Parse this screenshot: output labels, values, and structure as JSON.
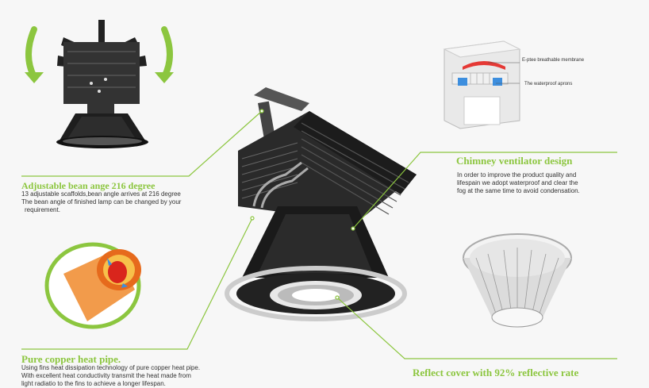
{
  "sections": {
    "beam": {
      "title": "Adjustable bean ange 216 degree",
      "lines": [
        "13 adjustable scaffolds,bean angle arrives at 216 degree",
        "The bean angle of finished lamp can be changed by your",
        "requirement."
      ]
    },
    "chimney": {
      "title": "Chimney ventilator design",
      "lines": [
        "In order to improve the product quality and",
        "lifespain we adopt waterproof and clear the",
        "fog at the same time to avoid condensation."
      ],
      "callouts": {
        "membrane": "E-ptee breathable membrane",
        "aprons": "The waterproof aprons"
      }
    },
    "copper": {
      "title": "Pure copper heat pipe.",
      "lines": [
        "Using fins heat dissipation technology of pure copper heat pipe.",
        "With excellent heat conductivity transmit the heat made from",
        "light radiatio to the fins to achieve a longer lifespan."
      ]
    },
    "reflect": {
      "title": "Reflect cover with 92% reflective rate"
    }
  },
  "colors": {
    "accent": "#8cc63f",
    "text": "#333333",
    "background": "#f7f7f7"
  },
  "icons": [
    "rotate-left-arrow-icon",
    "rotate-right-arrow-icon"
  ]
}
